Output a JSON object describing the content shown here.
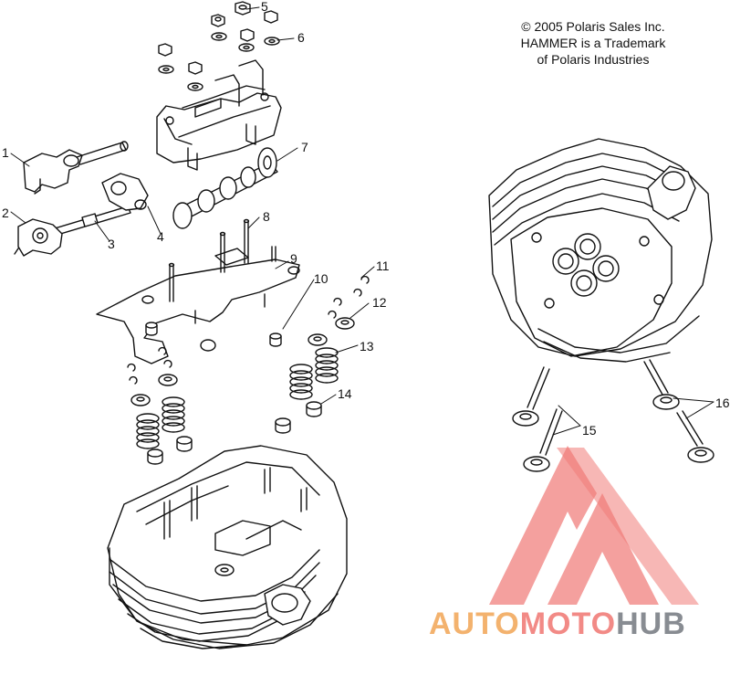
{
  "copyright": {
    "line1": "© 2005 Polaris Sales Inc.",
    "line2": "HAMMER is a Trademark",
    "line3": "of Polaris Industries"
  },
  "callouts": [
    "1",
    "2",
    "3",
    "4",
    "5",
    "6",
    "7",
    "8",
    "9",
    "10",
    "11",
    "12",
    "13",
    "14",
    "15",
    "16"
  ],
  "watermark": {
    "part1": "AUTO",
    "part2": "MOTO",
    "part3": "HUB",
    "colors": {
      "auto": "#f3b26e",
      "moto": "#f28a86",
      "hub": "#888c92",
      "logo": "#f07c78"
    }
  },
  "colors": {
    "line": "#111111",
    "background": "#ffffff"
  }
}
